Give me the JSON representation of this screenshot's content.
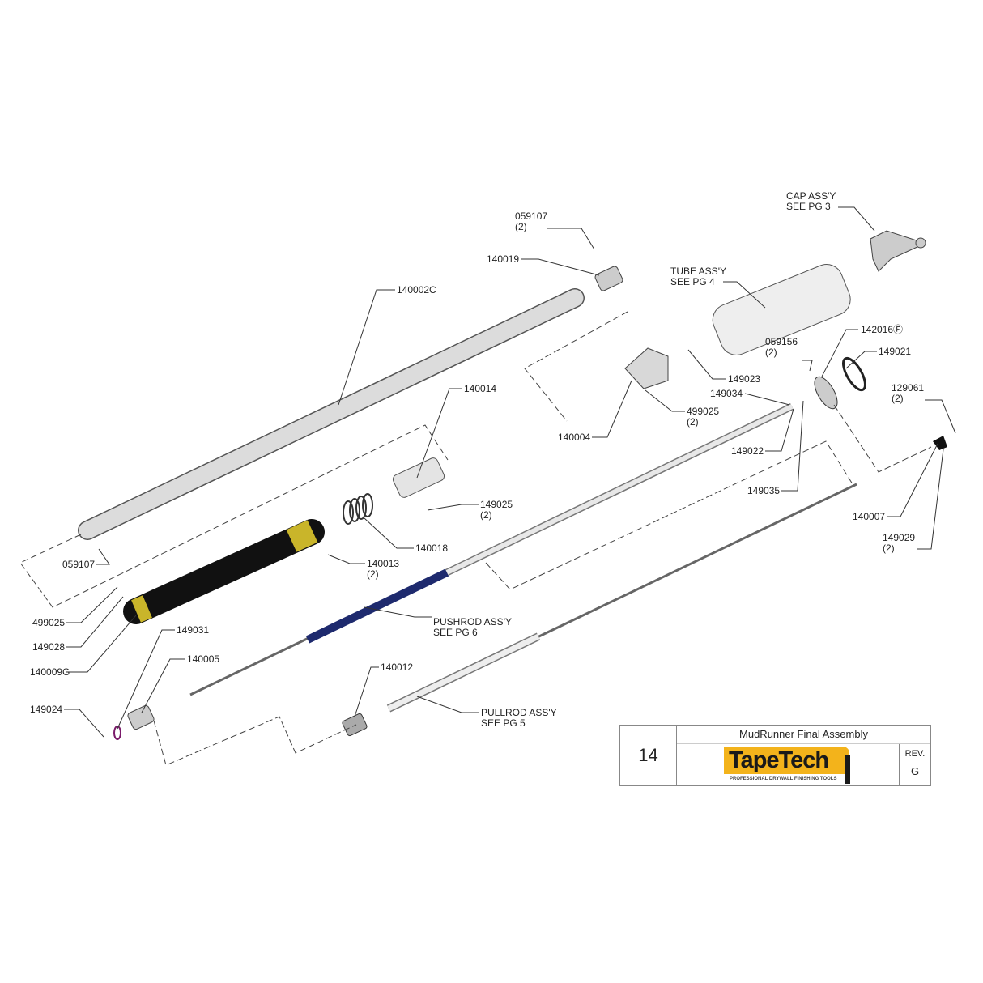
{
  "title_block": {
    "page_number": "14",
    "title": "MudRunner Final Assembly",
    "logo_text": "TapeTech",
    "logo_tagline": "PROFESSIONAL DRYWALL FINISHING TOOLS",
    "rev_label": "REV.",
    "rev_value": "G"
  },
  "colors": {
    "yellow": "#c9b52a",
    "black_tube": "#1b1b1b",
    "pushrod_blue": "#1e2a6e",
    "gray_part": "#d8d8d8",
    "logo_yellow": "#f3b31b"
  },
  "callouts": [
    {
      "lines": [
        "059107",
        "(2)"
      ]
    },
    {
      "lines": [
        "140019"
      ]
    },
    {
      "lines": [
        "140002C"
      ]
    },
    {
      "lines": [
        "CAP ASS'Y",
        "SEE PG 3"
      ]
    },
    {
      "lines": [
        "TUBE ASS'Y",
        "SEE PG 4"
      ]
    },
    {
      "lines": [
        "142016Ⓕ"
      ]
    },
    {
      "lines": [
        "059156",
        "(2)"
      ]
    },
    {
      "lines": [
        "149021"
      ]
    },
    {
      "lines": [
        "149023"
      ]
    },
    {
      "lines": [
        "149034"
      ]
    },
    {
      "lines": [
        "129061",
        "(2)"
      ]
    },
    {
      "lines": [
        "499025",
        "(2)"
      ]
    },
    {
      "lines": [
        "140004"
      ]
    },
    {
      "lines": [
        "149022"
      ]
    },
    {
      "lines": [
        "140014"
      ]
    },
    {
      "lines": [
        "149035"
      ]
    },
    {
      "lines": [
        "149025",
        "(2)"
      ]
    },
    {
      "lines": [
        "140007"
      ]
    },
    {
      "lines": [
        "149029",
        "(2)"
      ]
    },
    {
      "lines": [
        "140018"
      ]
    },
    {
      "lines": [
        "059107"
      ]
    },
    {
      "lines": [
        "140013",
        "(2)"
      ]
    },
    {
      "lines": [
        "499025"
      ]
    },
    {
      "lines": [
        "PUSHROD ASS'Y",
        "SEE PG 6"
      ]
    },
    {
      "lines": [
        "149031"
      ]
    },
    {
      "lines": [
        "149028"
      ]
    },
    {
      "lines": [
        "140005"
      ]
    },
    {
      "lines": [
        "140009G"
      ]
    },
    {
      "lines": [
        "140012"
      ]
    },
    {
      "lines": [
        "149024"
      ]
    },
    {
      "lines": [
        "PULLROD ASS'Y",
        "SEE PG 5"
      ]
    }
  ]
}
